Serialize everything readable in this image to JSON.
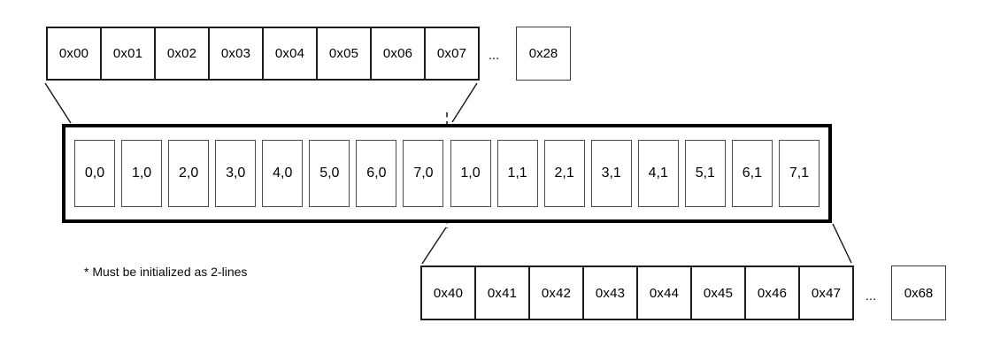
{
  "figure": {
    "top_memory_row": {
      "cells": [
        "0x00",
        "0x01",
        "0x02",
        "0x03",
        "0x04",
        "0x05",
        "0x06",
        "0x07"
      ],
      "ellipsis": "...",
      "last_cell": "0x28"
    },
    "line_buffer": {
      "cells": [
        "0,0",
        "1,0",
        "2,0",
        "3,0",
        "4,0",
        "5,0",
        "6,0",
        "7,0",
        "1,0",
        "1,1",
        "2,1",
        "3,1",
        "4,1",
        "5,1",
        "6,1",
        "7,1"
      ]
    },
    "bottom_memory_row": {
      "cells": [
        "0x40",
        "0x41",
        "0x42",
        "0x43",
        "0x44",
        "0x45",
        "0x46",
        "0x47"
      ],
      "ellipsis": "...",
      "last_cell": "0x68"
    },
    "footnote": "* Must be initialized as 2-lines"
  },
  "colors": {
    "background": "#ffffff",
    "line": "#000000",
    "thick_border": "#000000",
    "cell_border": "#4a4a4a"
  }
}
